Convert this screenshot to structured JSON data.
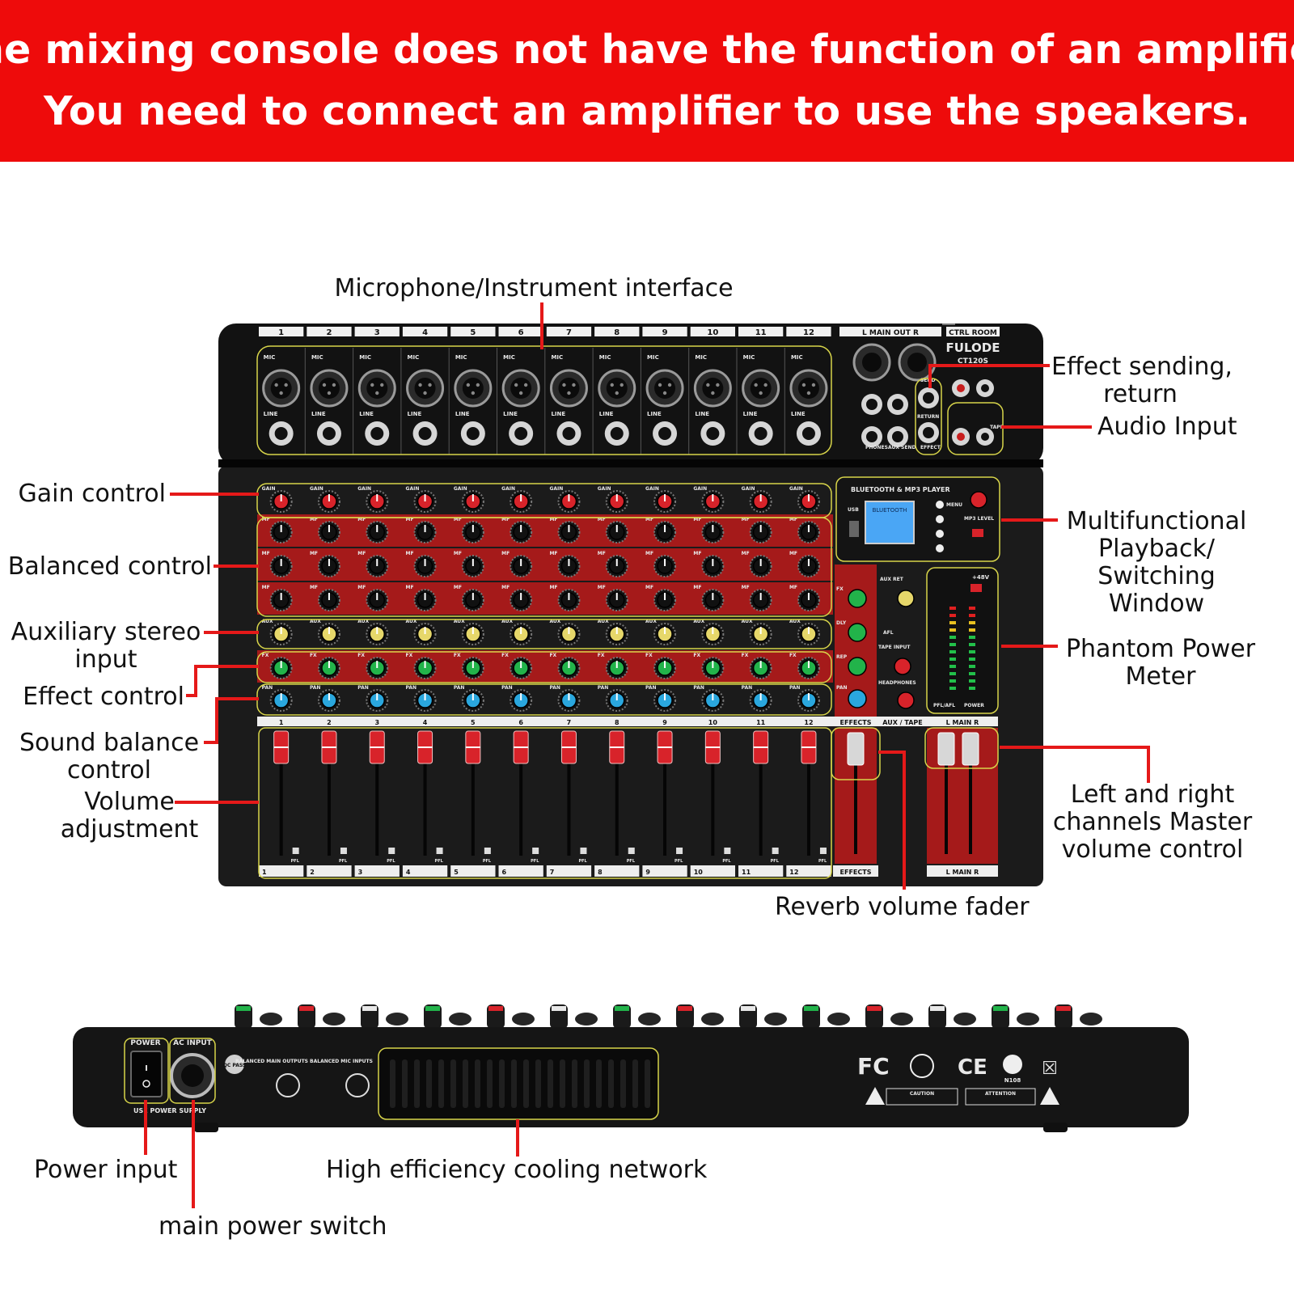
{
  "banner": {
    "line1": "The mixing console does not have the function of an amplifier.",
    "line2": "You need to connect an amplifier to use the speakers."
  },
  "callouts": {
    "mic_interface": "Microphone/Instrument interface",
    "effect_send_1": "Effect sending,",
    "effect_send_2": "return",
    "audio_input": "Audio Input",
    "gain": "Gain control",
    "balanced": "Balanced control",
    "aux_1": "Auxiliary stereo",
    "aux_2": "input",
    "effect_control": "Effect control",
    "sound_balance_1": "Sound balance",
    "sound_balance_2": "control",
    "volume_1": "Volume",
    "volume_2": "adjustment",
    "multi_1": "Multifunctional",
    "multi_2": "Playback/",
    "multi_3": "Switching",
    "multi_4": "Window",
    "phantom_1": "Phantom Power",
    "phantom_2": "Meter",
    "lr_1": "Left and right",
    "lr_2": "channels Master",
    "lr_3": "volume control",
    "reverb": "Reverb volume fader",
    "power_input": "Power input",
    "cooling": "High efficiency cooling network",
    "main_switch": "main power switch"
  },
  "console": {
    "channels": [
      "1",
      "2",
      "3",
      "4",
      "5",
      "6",
      "7",
      "8",
      "9",
      "10",
      "11",
      "12"
    ],
    "main_out": "L  MAIN OUT  R",
    "ctrl_room": "CTRL ROOM",
    "brand": "FULODE",
    "model": "CT120S",
    "mic": "MIC",
    "line": "LINE",
    "gain": "GAIN",
    "mf": "MF",
    "aux": "AUX",
    "fx": "FX",
    "pan": "PAN",
    "pfl": "PFL",
    "bt_title": "BLUETOOTH & MP3 PLAYER",
    "lcd": "BLUETOOTH",
    "usb": "USB",
    "menu": "MENU",
    "mp3_level": "MP3 LEVEL",
    "phantom": "+48V",
    "pfl_afl": "PFL/AFL",
    "power": "POWER",
    "effects": "EFFECTS",
    "aux_tape": "AUX / TAPE",
    "main_lr": "L  MAIN  R",
    "phones": "PHONES",
    "aux_send": "AUX SEND",
    "effect": "EFFECT",
    "send": "SEND",
    "return": "RETURN",
    "tape": "TAPE",
    "dly": "DLY",
    "rep": "REP",
    "headphones": "HEADPHONES",
    "tape_input": "TAPE INPUT",
    "afl": "AFL",
    "aux_ret": "AUX RET"
  },
  "rear": {
    "power": "POWER",
    "ac_input": "AC INPUT",
    "use_supply": "USE POWER SUPPLY",
    "qc": "QC PASS",
    "balanced_main": "BALANCED MAIN OUTPUTS",
    "balanced_mic": "BALANCED MIC INPUTS",
    "fc": "FC",
    "ce": "CE",
    "n108": "N108",
    "caution": "CAUTION",
    "attention": "ATTENTION"
  },
  "colors": {
    "banner": "#ee0b0b",
    "leader": "#e51919",
    "outline": "#d8d54a",
    "strip_red": "#a51a1a",
    "knob_red": "#d8232a",
    "knob_yellow": "#e6d76a",
    "knob_green": "#22b34a",
    "knob_blue": "#2aa7de"
  }
}
